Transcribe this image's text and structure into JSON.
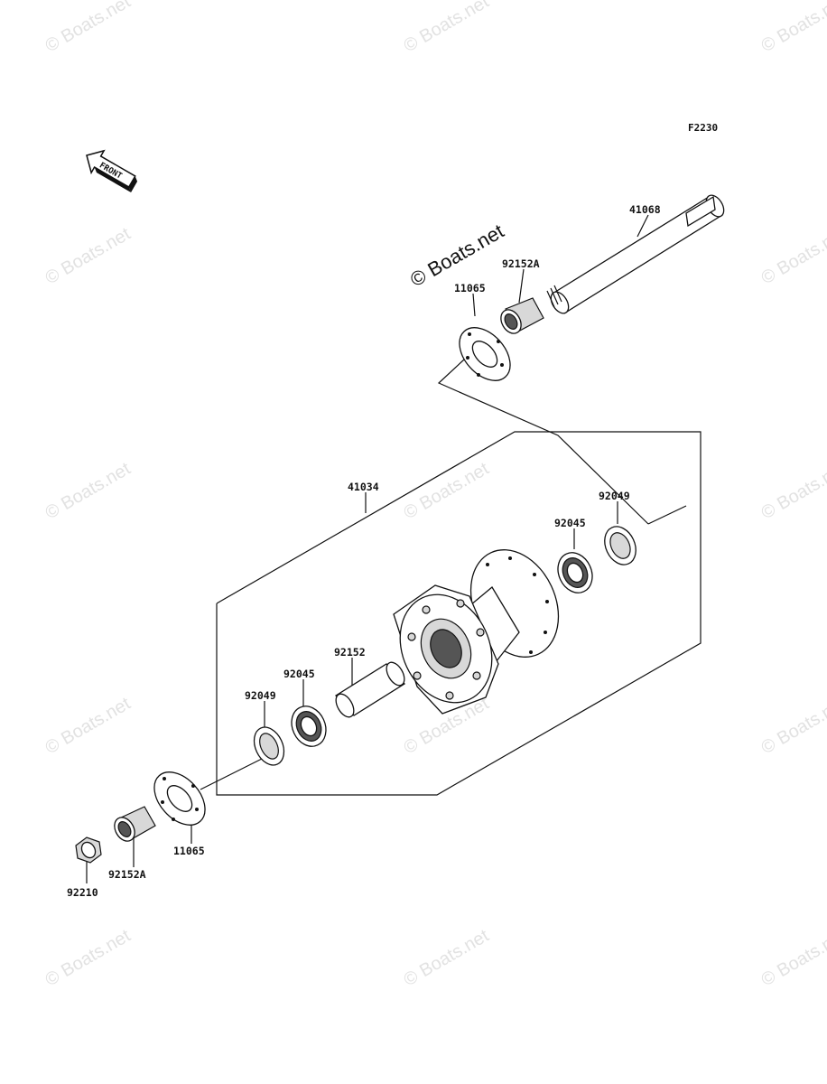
{
  "figure_code": "F2230",
  "front_arrow_label": "FRONT",
  "watermark_text": "© Boats.net",
  "main_watermark_text": "© Boats.net",
  "parts": {
    "axle": "41068",
    "collar_top": "92152A",
    "ring_top": "11065",
    "hub": "41034",
    "seal_right": "92049",
    "bearing_right": "92045",
    "sleeve": "92152",
    "bearing_left": "92045",
    "seal_left": "92049",
    "ring_bottom": "11065",
    "collar_bottom": "92152A",
    "nut": "92210"
  },
  "colors": {
    "line": "#111111",
    "watermark": "#e2e2e2",
    "background": "#ffffff"
  }
}
